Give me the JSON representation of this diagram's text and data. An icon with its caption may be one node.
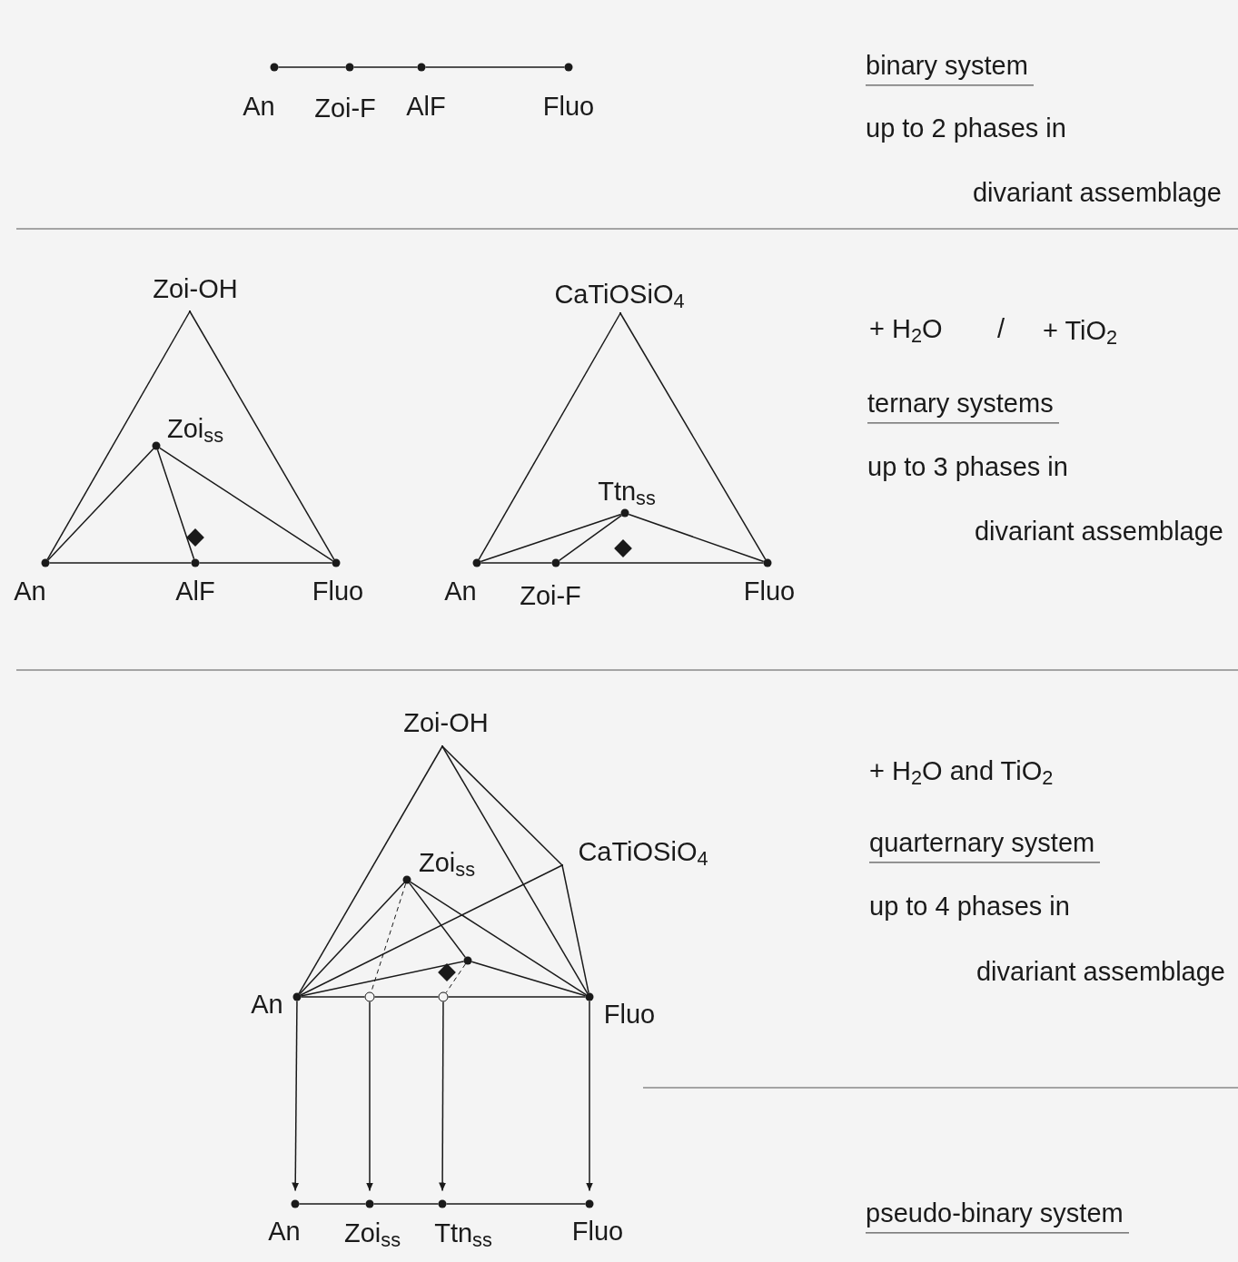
{
  "diagram": {
    "nodes": [
      {
        "text": [],
        "shape": "dot",
        "beside": [
          "An"
        ]
      },
      {
        "text": [],
        "shape": "dot",
        "beside": [
          "Zoi-F"
        ]
      },
      {
        "text": [],
        "shape": "dot",
        "beside": [
          "AlF"
        ]
      },
      {
        "text": [],
        "shape": "dot",
        "beside": [
          "Fluo"
        ]
      },
      {
        "text": [],
        "shape": "corner",
        "beside": [
          "Zoi-OH"
        ]
      },
      {
        "text": [],
        "shape": "dot",
        "beside": [
          "Zoi$_{ss}$"
        ]
      },
      {
        "text": [],
        "shape": "diamond"
      },
      {
        "text": [],
        "shape": "dot",
        "beside": [
          "An"
        ]
      },
      {
        "text": [],
        "shape": "dot",
        "beside": [
          "AlF"
        ]
      },
      {
        "text": [],
        "shape": "dot",
        "beside": [
          "Fluo"
        ]
      },
      {
        "text": [],
        "shape": "corner",
        "beside": [
          "CaTiOSiO$_{4}$"
        ]
      },
      {
        "text": [],
        "shape": "dot",
        "beside": [
          "Ttn$_{ss}$"
        ]
      },
      {
        "text": [],
        "shape": "diamond"
      },
      {
        "text": [],
        "shape": "dot",
        "beside": [
          "An"
        ]
      },
      {
        "text": [],
        "shape": "dot",
        "beside": [
          "Zoi-F"
        ]
      },
      {
        "text": [],
        "shape": "dot",
        "beside": [
          "Fluo"
        ]
      },
      {
        "text": [],
        "shape": "corner",
        "beside": [
          "Zoi-OH"
        ]
      },
      {
        "text": [],
        "shape": "corner",
        "beside": [
          "CaTiOSiO$_{4}$"
        ]
      },
      {
        "text": [],
        "shape": "dot",
        "beside": [
          "Zoi$_{ss}$"
        ]
      },
      {
        "text": [],
        "shape": "dot"
      },
      {
        "text": [],
        "shape": "diamond"
      },
      {
        "text": [],
        "shape": "dot",
        "beside": [
          "An"
        ]
      },
      {
        "text": [],
        "shape": "circle"
      },
      {
        "text": [],
        "shape": "circle"
      },
      {
        "text": [],
        "shape": "dot",
        "beside": [
          "Fluo"
        ]
      },
      {
        "text": [],
        "shape": "dot",
        "beside": [
          "An"
        ]
      },
      {
        "text": [],
        "shape": "dot",
        "beside": [
          "Zoi$_{ss}$"
        ]
      },
      {
        "text": [],
        "shape": "dot",
        "beside": [
          "Ttn$_{ss}$"
        ]
      },
      {
        "text": [],
        "shape": "dot",
        "beside": [
          "Fluo"
        ]
      }
    ],
    "edges": [
      {
        "from": 0,
        "to": 1,
        "arrow": "none"
      },
      {
        "from": 1,
        "to": 2,
        "arrow": "none"
      },
      {
        "from": 2,
        "to": 3,
        "arrow": "none"
      },
      {
        "from": 4,
        "to": 7,
        "arrow": "none"
      },
      {
        "from": 4,
        "to": 9,
        "arrow": "none"
      },
      {
        "from": 7,
        "to": 8,
        "arrow": "none"
      },
      {
        "from": 8,
        "to": 9,
        "arrow": "none"
      },
      {
        "from": 5,
        "to": 7,
        "arrow": "none"
      },
      {
        "from": 5,
        "to": 8,
        "arrow": "none"
      },
      {
        "from": 5,
        "to": 9,
        "arrow": "none"
      },
      {
        "from": 10,
        "to": 13,
        "arrow": "none"
      },
      {
        "from": 10,
        "to": 15,
        "arrow": "none"
      },
      {
        "from": 13,
        "to": 14,
        "arrow": "none"
      },
      {
        "from": 14,
        "to": 15,
        "arrow": "none"
      },
      {
        "from": 11,
        "to": 13,
        "arrow": "none"
      },
      {
        "from": 11,
        "to": 14,
        "arrow": "none"
      },
      {
        "from": 11,
        "to": 15,
        "arrow": "none"
      },
      {
        "from": 16,
        "to": 21,
        "arrow": "none"
      },
      {
        "from": 16,
        "to": 24,
        "arrow": "none"
      },
      {
        "from": 16,
        "to": 17,
        "arrow": "none"
      },
      {
        "from": 17,
        "to": 24,
        "arrow": "none"
      },
      {
        "from": 17,
        "to": 21,
        "arrow": "none"
      },
      {
        "from": 21,
        "to": 22,
        "arrow": "none"
      },
      {
        "from": 22,
        "to": 23,
        "arrow": "none"
      },
      {
        "from": 23,
        "to": 24,
        "arrow": "none"
      },
      {
        "from": 18,
        "to": 21,
        "arrow": "none"
      },
      {
        "from": 18,
        "to": 24,
        "arrow": "none"
      },
      {
        "from": 18,
        "to": 19,
        "arrow": "none"
      },
      {
        "from": 18,
        "to": 22,
        "arrow": "none",
        "style": "dashed"
      },
      {
        "from": 19,
        "to": 21,
        "arrow": "none"
      },
      {
        "from": 19,
        "to": 24,
        "arrow": "none"
      },
      {
        "from": 19,
        "to": 23,
        "arrow": "none",
        "style": "dashed"
      },
      {
        "from": 21,
        "to": 25,
        "arrow": "to"
      },
      {
        "from": 22,
        "to": 26,
        "arrow": "to"
      },
      {
        "from": 23,
        "to": 27,
        "arrow": "to"
      },
      {
        "from": 24,
        "to": 28,
        "arrow": "to"
      },
      {
        "from": 25,
        "to": 26,
        "arrow": "none"
      },
      {
        "from": 26,
        "to": 27,
        "arrow": "none"
      },
      {
        "from": 27,
        "to": 28,
        "arrow": "none"
      }
    ],
    "labels": [
      "binary system",
      "up to 2 phases in",
      "divariant assemblage",
      "+ H$_{2}$O",
      "/",
      "+ TiO$_{2}$",
      "ternary systems",
      "up to 3 phases in",
      "divariant assemblage",
      "+ H$_{2}$O and TiO$_{2}$",
      "quarternary system",
      "up to 4 phases in",
      "divariant assemblage",
      "pseudo-binary system"
    ]
  }
}
